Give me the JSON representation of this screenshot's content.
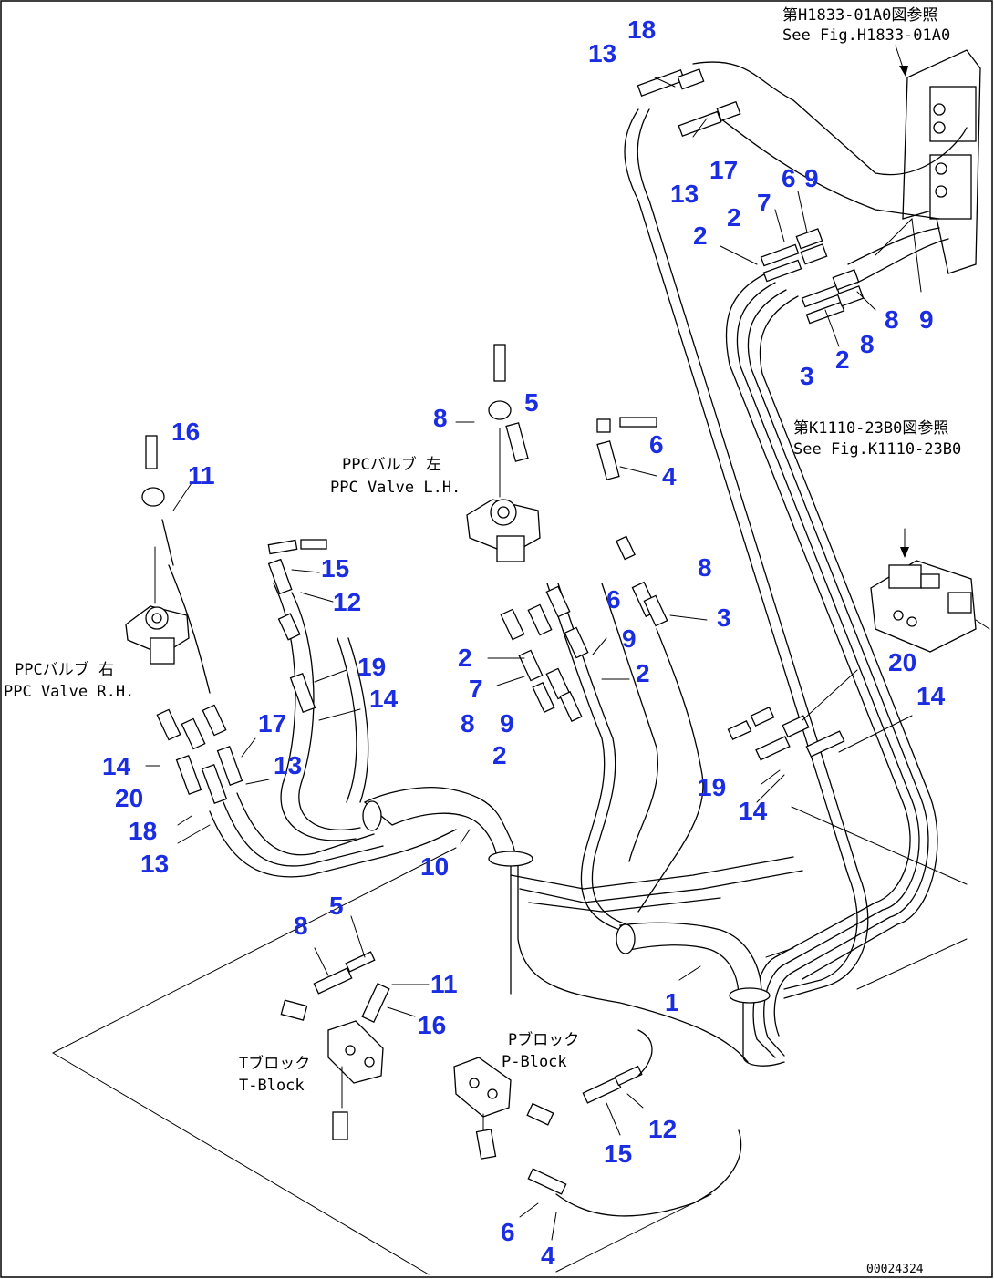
{
  "notes": {
    "ref_top_ja": "第H1833-01A0図参照",
    "ref_top_en": "See Fig.H1833-01A0",
    "ref_mid_ja": "第K1110-23B0図参照",
    "ref_mid_en": "See Fig.K1110-23B0",
    "ppc_lh_ja": "PPCバルブ 左",
    "ppc_lh_en": "PPC Valve L.H.",
    "ppc_rh_ja": "PPCバルブ 右",
    "ppc_rh_en": "PPC Valve R.H.",
    "pblock_ja": "Pブロック",
    "pblock_en": "P-Block",
    "tblock_ja": "Tブロック",
    "tblock_en": "T-Block",
    "drawing_no": "00024324"
  },
  "callouts": [
    {
      "id": "c1",
      "text": "18"
    },
    {
      "id": "c2",
      "text": "13"
    },
    {
      "id": "c3",
      "text": "17"
    },
    {
      "id": "c4",
      "text": "13"
    },
    {
      "id": "c5",
      "text": "6"
    },
    {
      "id": "c6",
      "text": "9"
    },
    {
      "id": "c7",
      "text": "7"
    },
    {
      "id": "c8",
      "text": "2"
    },
    {
      "id": "c9",
      "text": "2"
    },
    {
      "id": "c10",
      "text": "8"
    },
    {
      "id": "c11",
      "text": "9"
    },
    {
      "id": "c12",
      "text": "8"
    },
    {
      "id": "c13",
      "text": "2"
    },
    {
      "id": "c14",
      "text": "3"
    },
    {
      "id": "c15",
      "text": "5"
    },
    {
      "id": "c16",
      "text": "8"
    },
    {
      "id": "c17",
      "text": "6"
    },
    {
      "id": "c18",
      "text": "4"
    },
    {
      "id": "c19",
      "text": "16"
    },
    {
      "id": "c20",
      "text": "11"
    },
    {
      "id": "c21",
      "text": "15"
    },
    {
      "id": "c22",
      "text": "12"
    },
    {
      "id": "c23",
      "text": "8"
    },
    {
      "id": "c24",
      "text": "3"
    },
    {
      "id": "c25",
      "text": "6"
    },
    {
      "id": "c26",
      "text": "9"
    },
    {
      "id": "c27",
      "text": "2"
    },
    {
      "id": "c28",
      "text": "2"
    },
    {
      "id": "c29",
      "text": "7"
    },
    {
      "id": "c30",
      "text": "8"
    },
    {
      "id": "c31",
      "text": "9"
    },
    {
      "id": "c32",
      "text": "2"
    },
    {
      "id": "c33",
      "text": "19"
    },
    {
      "id": "c34",
      "text": "14"
    },
    {
      "id": "c35",
      "text": "17"
    },
    {
      "id": "c36",
      "text": "13"
    },
    {
      "id": "c37",
      "text": "14"
    },
    {
      "id": "c38",
      "text": "20"
    },
    {
      "id": "c39",
      "text": "18"
    },
    {
      "id": "c40",
      "text": "13"
    },
    {
      "id": "c41",
      "text": "10"
    },
    {
      "id": "c42",
      "text": "20"
    },
    {
      "id": "c43",
      "text": "14"
    },
    {
      "id": "c44",
      "text": "19"
    },
    {
      "id": "c45",
      "text": "14"
    },
    {
      "id": "c46",
      "text": "5"
    },
    {
      "id": "c47",
      "text": "8"
    },
    {
      "id": "c48",
      "text": "11"
    },
    {
      "id": "c49",
      "text": "16"
    },
    {
      "id": "c50",
      "text": "1"
    },
    {
      "id": "c51",
      "text": "12"
    },
    {
      "id": "c52",
      "text": "15"
    },
    {
      "id": "c53",
      "text": "6"
    },
    {
      "id": "c54",
      "text": "4"
    }
  ]
}
